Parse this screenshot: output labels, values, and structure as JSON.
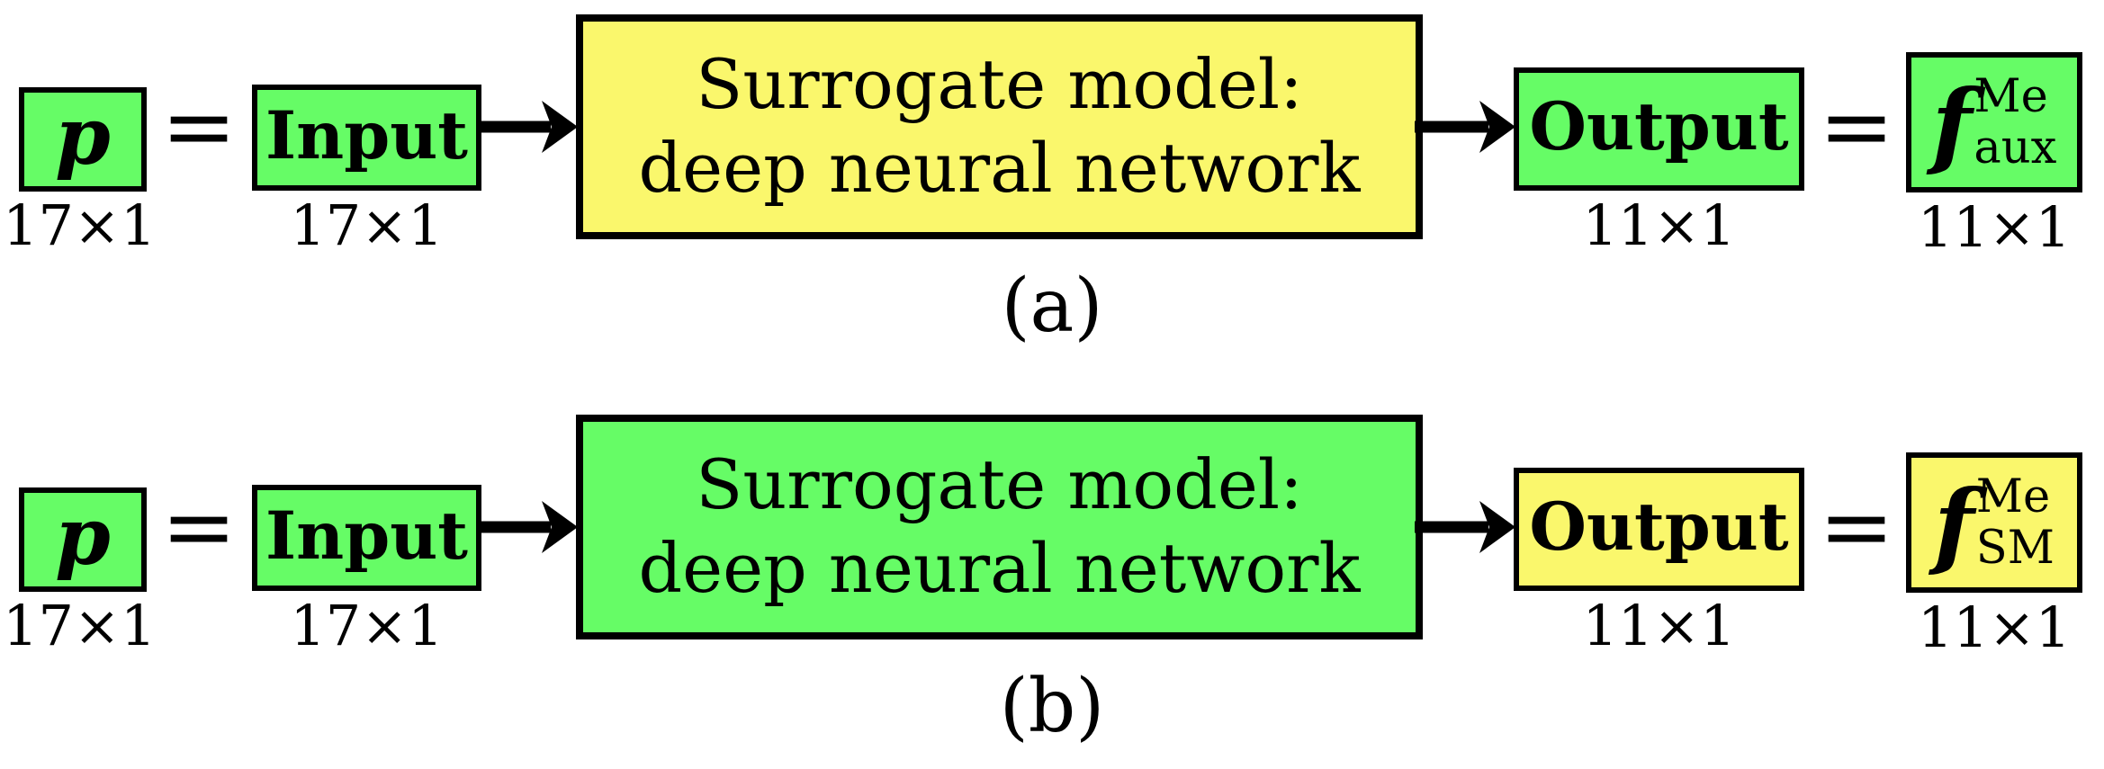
{
  "colors": {
    "green": "#66FC66",
    "yellow": "#FAF76C",
    "border": "#000000",
    "background": "#FFFFFF",
    "text": "#000000"
  },
  "rows": [
    {
      "caption": "(a)",
      "p": {
        "label": "p",
        "dim": "17×1",
        "color": "green"
      },
      "equals_left": "=",
      "input": {
        "label": "Input",
        "dim": "17×1",
        "color": "green"
      },
      "surrogate": {
        "line1": "Surrogate model:",
        "line2": "deep neural network",
        "color": "yellow"
      },
      "output": {
        "label": "Output",
        "dim": "11×1",
        "color": "green"
      },
      "equals_right": "=",
      "f": {
        "base": "f",
        "sup": "Me",
        "sub": "aux",
        "dim": "11×1",
        "color": "green"
      }
    },
    {
      "caption": "(b)",
      "p": {
        "label": "p",
        "dim": "17×1",
        "color": "green"
      },
      "equals_left": "=",
      "input": {
        "label": "Input",
        "dim": "17×1",
        "color": "green"
      },
      "surrogate": {
        "line1": "Surrogate model:",
        "line2": "deep neural network",
        "color": "green"
      },
      "output": {
        "label": "Output",
        "dim": "11×1",
        "color": "yellow"
      },
      "equals_right": "=",
      "f": {
        "base": "f",
        "sup": "Me",
        "sub": "SM",
        "dim": "11×1",
        "color": "yellow"
      }
    }
  ]
}
